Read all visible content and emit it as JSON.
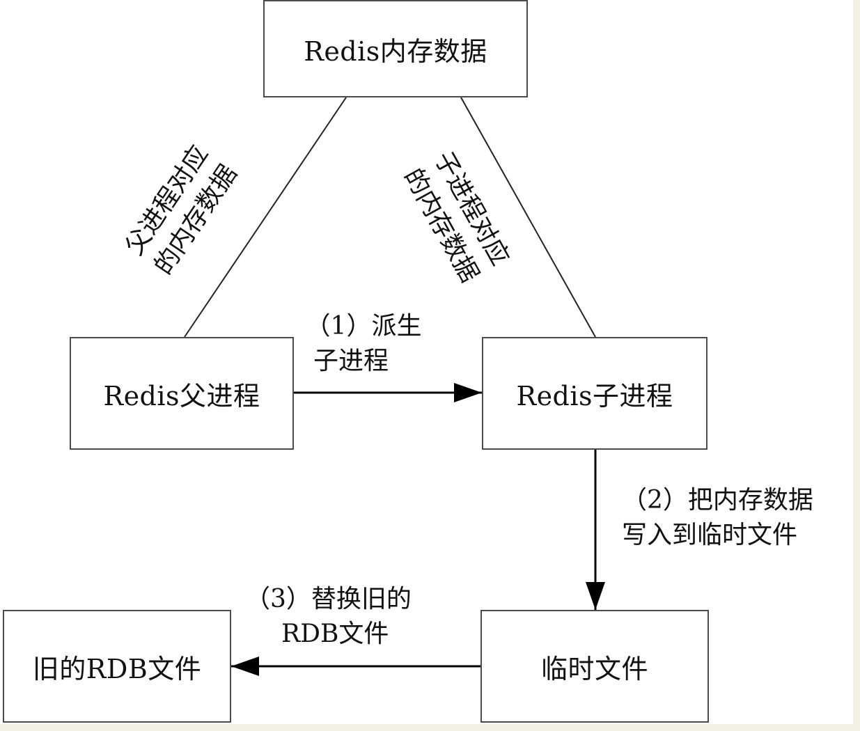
{
  "nodes": {
    "memory": "Redis内存数据",
    "parent": "Redis父进程",
    "child": "Redis子进程",
    "temp_file": "临时文件",
    "old_rdb": "旧的RDB文件"
  },
  "edge_labels": {
    "parent_memory": [
      "父进程对应",
      "的内存数据"
    ],
    "child_memory": [
      "子进程对应",
      "的内存数据"
    ],
    "fork": [
      "（1）派生",
      "子进程"
    ],
    "write_temp": [
      "（2）把内存数据",
      "写入到临时文件"
    ],
    "replace_rdb": [
      "（3）替换旧的",
      "RDB文件"
    ]
  }
}
